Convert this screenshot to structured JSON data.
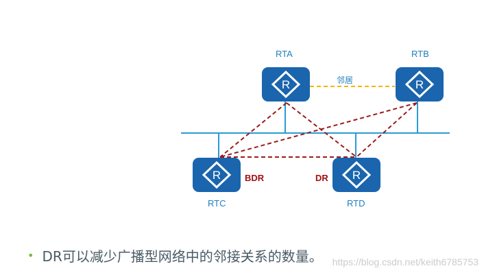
{
  "routers": {
    "rta": {
      "label": "RTA",
      "icon": "router-icon"
    },
    "rtb": {
      "label": "RTB",
      "icon": "router-icon"
    },
    "rtc": {
      "label": "RTC",
      "icon": "router-icon",
      "role": "BDR"
    },
    "rtd": {
      "label": "RTD",
      "icon": "router-icon",
      "role": "DR"
    }
  },
  "neighbor_label": "邻居",
  "bullet": {
    "text": "DR可以减少广播型网络中的邻接关系的数量。"
  },
  "watermark": "https://blog.csdn.net/keith6785753",
  "colors": {
    "router_fill": "#1a65ad",
    "bus_line": "#2a9ad6",
    "adjacency_line": "#9b1b1b",
    "neighbor_line": "#f0b400",
    "label_blue": "#1f7fbf",
    "role_red": "#a01010",
    "bullet_green": "#7ab648",
    "bullet_text": "#4a5a64"
  }
}
